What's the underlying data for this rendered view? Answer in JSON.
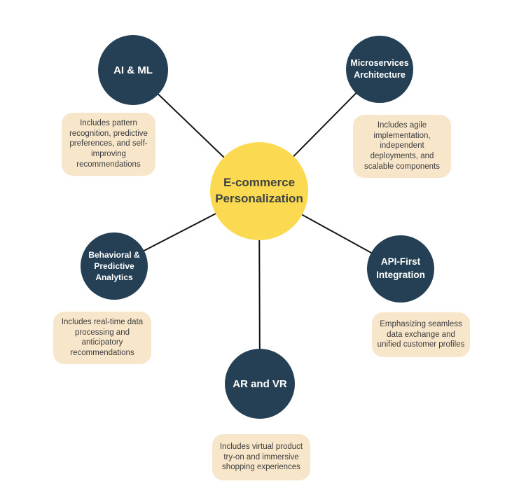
{
  "diagram": {
    "type": "radial-mind-map",
    "center": {
      "label": "E-commerce Personalization"
    },
    "nodes": [
      {
        "id": "ai-ml",
        "label": "AI & ML",
        "description": "Includes pattern recognition, predictive preferences, and self-improving recommendations"
      },
      {
        "id": "microservices",
        "label": "Microservices Architecture",
        "description": "Includes agile implementation, independent deployments, and scalable components"
      },
      {
        "id": "behavioral",
        "label": "Behavioral & Predictive Analytics",
        "description": "Includes real-time data processing and anticipatory recommendations"
      },
      {
        "id": "api-first",
        "label": "API-First Integration",
        "description": "Emphasizing seamless data exchange and unified customer profiles"
      },
      {
        "id": "ar-vr",
        "label": "AR and VR",
        "description": "Includes virtual product try-on and immersive shopping experiences"
      }
    ],
    "colors": {
      "center_fill": "#FBDA52",
      "center_text": "#3E4240",
      "node_fill": "#254055",
      "node_text": "#FFFFFF",
      "box_fill": "#F8E6CB",
      "box_text": "#3D3D3D",
      "line": "#141414"
    }
  }
}
